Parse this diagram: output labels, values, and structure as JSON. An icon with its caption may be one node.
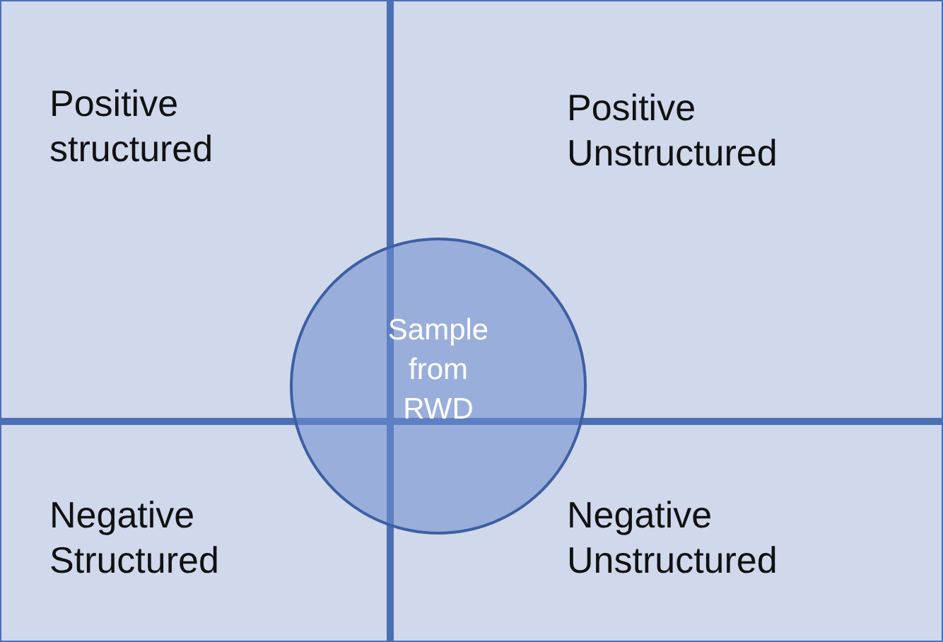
{
  "diagram": {
    "nodes": [
      {
        "text": [
          "Positive structured"
        ]
      },
      {
        "text": [
          "Positive Unstructured"
        ]
      },
      {
        "text": [
          "Negative Structured"
        ]
      },
      {
        "text": [
          "Negative Unstructured"
        ]
      },
      {
        "text": [
          "Sample from RWD"
        ]
      }
    ]
  }
}
